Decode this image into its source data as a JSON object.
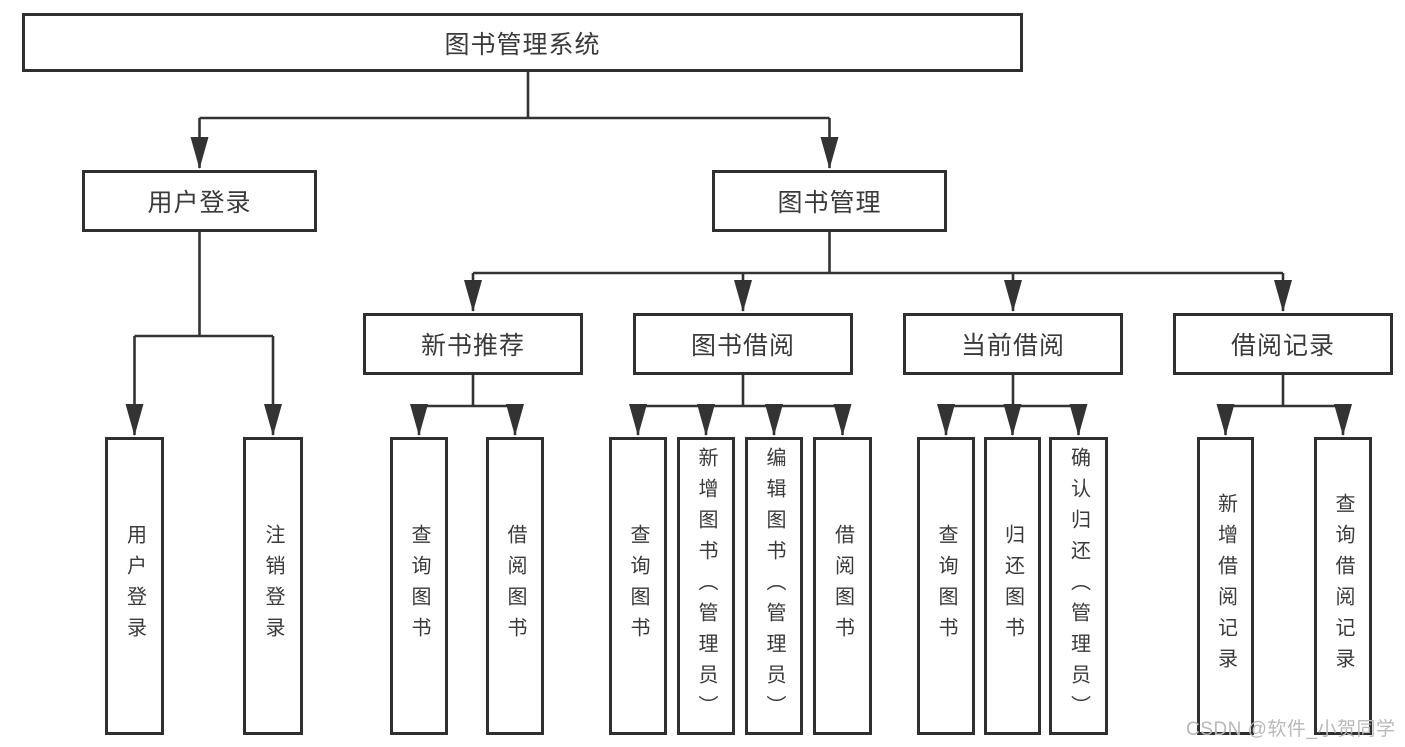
{
  "tree": {
    "root": {
      "label": "图书管理系统",
      "children": [
        {
          "label": "用户登录",
          "children": [
            {
              "label": "用户登录"
            },
            {
              "label": "注销登录"
            }
          ]
        },
        {
          "label": "图书管理",
          "children": [
            {
              "label": "新书推荐",
              "children": [
                {
                  "label": "查询图书"
                },
                {
                  "label": "借阅图书"
                }
              ]
            },
            {
              "label": "图书借阅",
              "children": [
                {
                  "label": "查询图书"
                },
                {
                  "label": "新增图书（管理员）"
                },
                {
                  "label": "编辑图书（管理员）"
                },
                {
                  "label": "借阅图书"
                }
              ]
            },
            {
              "label": "当前借阅",
              "children": [
                {
                  "label": "查询图书"
                },
                {
                  "label": "归还图书"
                },
                {
                  "label": "确认归还（管理员）"
                }
              ]
            },
            {
              "label": "借阅记录",
              "children": [
                {
                  "label": "新增借阅记录"
                },
                {
                  "label": "查询借阅记录"
                }
              ]
            }
          ]
        }
      ]
    }
  },
  "watermark": {
    "text": "CSDN @软件_小贺同学"
  },
  "colors": {
    "line": "#333333",
    "box_border": "#2f2f2f",
    "box_fill": "#ffffff",
    "text": "#3a3a3a",
    "watermark": "#b9b9b9",
    "background": "#ffffff"
  }
}
